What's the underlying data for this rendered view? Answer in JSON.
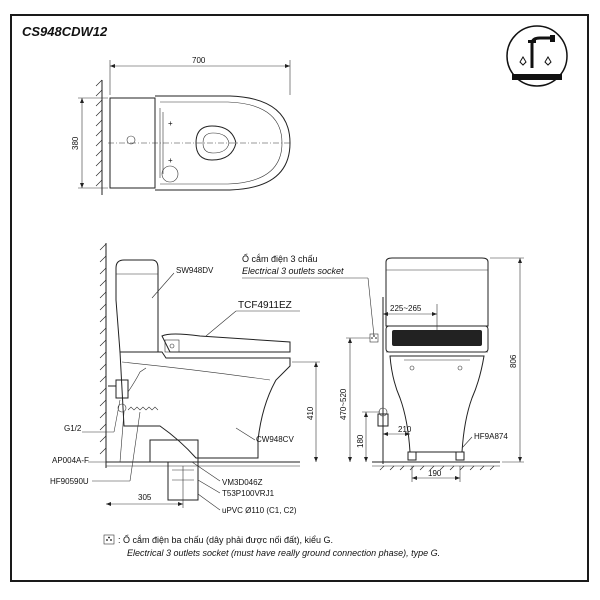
{
  "title": "CS948CDW12",
  "top_view": {
    "dim_width": "700",
    "dim_depth": "380"
  },
  "side_view": {
    "tank_model": "SW948DV",
    "seat_model": "TCF4911EZ",
    "bowl_model": "CW948CV",
    "valve_size": "G1/2",
    "valve_model": "AP004A-F",
    "hose_model": "HF90590U",
    "dim_rough_in": "305",
    "dim_height": "410",
    "flange_model": "VM3D046Z",
    "pipe_model": "T53P100VRJ1",
    "pipe_spec": "uPVC Ø110 (C1, C2)"
  },
  "front_view": {
    "socket_label_vi": "Ổ cắm điện 3 chấu",
    "socket_label_en": "Electrical 3 outlets socket",
    "dim_socket_offset": "225~265",
    "dim_socket_height": "470~520",
    "dim_total_height": "806",
    "dim_valve_height": "180",
    "dim_valve_offset": "210",
    "dim_base": "190",
    "hose_model": "HF9A874"
  },
  "footnote": {
    "line1": ": Ổ cắm điện ba chấu (dây phải được nối đất), kiểu G.",
    "line2": "Electrical 3 outlets socket (must have really ground connection phase), type G."
  },
  "icon": "washlet-faucet-icon"
}
